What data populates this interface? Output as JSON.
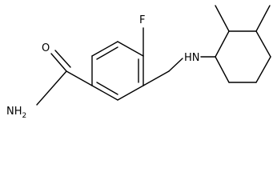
{
  "molecule": {
    "atoms": {
      "oxygen": "O",
      "amide_nitrogen": "NH",
      "amide_nitrogen_subscript": "2",
      "fluorine": "F",
      "amine_nitrogen": "HN"
    }
  }
}
